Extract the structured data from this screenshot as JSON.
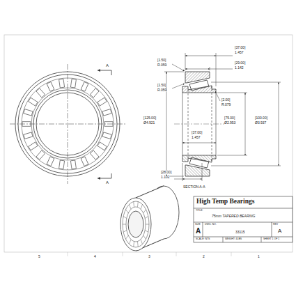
{
  "diagram": {
    "labels": [
      "[37.00]",
      "1.457",
      "[29.00]",
      "1.142",
      "[1.50]",
      "R.059",
      "[1.50]",
      "R.059",
      "[2.00]",
      "R.079",
      "[125.00]",
      "Ø4.921",
      "[75.00]",
      "Ø2.953",
      "[100.00]",
      "Ø3.937",
      "[37.00]",
      "1.457",
      "[28.00]",
      "1.102",
      "SECTION A-A",
      "A",
      "A",
      "High Temp Bearings",
      "TITLE:",
      "75mm TAPERED BEARING",
      "SIZE",
      "DWG. NO.",
      "REV",
      "A",
      "33115",
      "A",
      "SCALE: NTS",
      "WEIGHT: 4LBS",
      "SHEET 1 OF 1",
      "5",
      "4",
      "3",
      "2",
      "1"
    ]
  }
}
